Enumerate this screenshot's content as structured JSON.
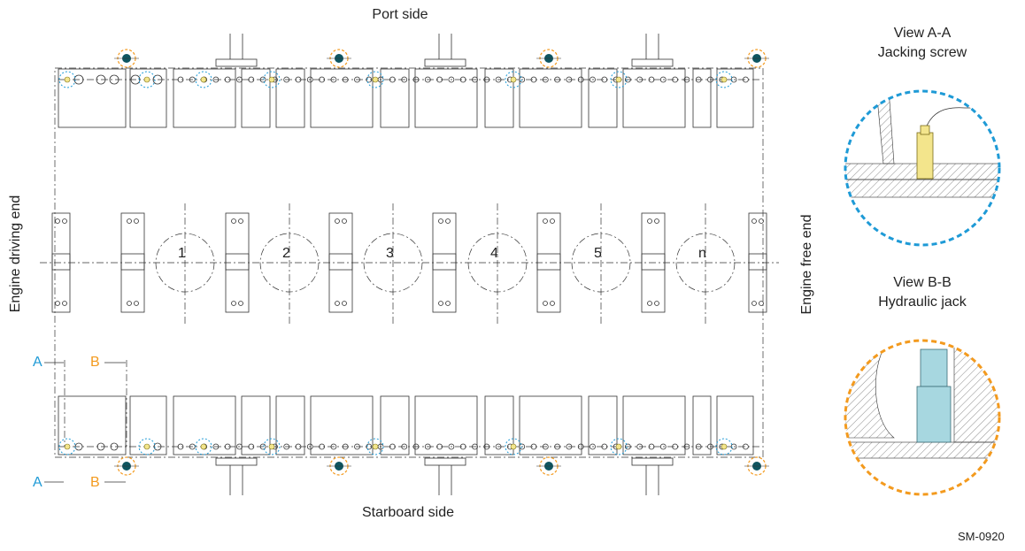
{
  "labels": {
    "port_side": "Port side",
    "starboard_side": "Starboard side",
    "engine_driving_end": "Engine driving end",
    "engine_free_end": "Engine free end",
    "section_a_top": "A",
    "section_b_top": "B",
    "section_a_bottom": "A",
    "section_b_bottom": "B",
    "view_a_title": "View A-A",
    "view_a_subtitle": "Jacking screw",
    "view_b_title": "View B-B",
    "view_b_subtitle": "Hydraulic jack",
    "doc_id": "SM-0920"
  },
  "cylinders": [
    "1",
    "2",
    "3",
    "4",
    "5",
    "n"
  ],
  "colors": {
    "line": "#333333",
    "blue_dash": "#1e9ad6",
    "orange_dash": "#f39a1e",
    "jack_dot": "#0e5560",
    "screw_fill": "#f3e58c",
    "hydraulic_fill": "#a7d7e0",
    "hatch": "#8a8a8a"
  }
}
